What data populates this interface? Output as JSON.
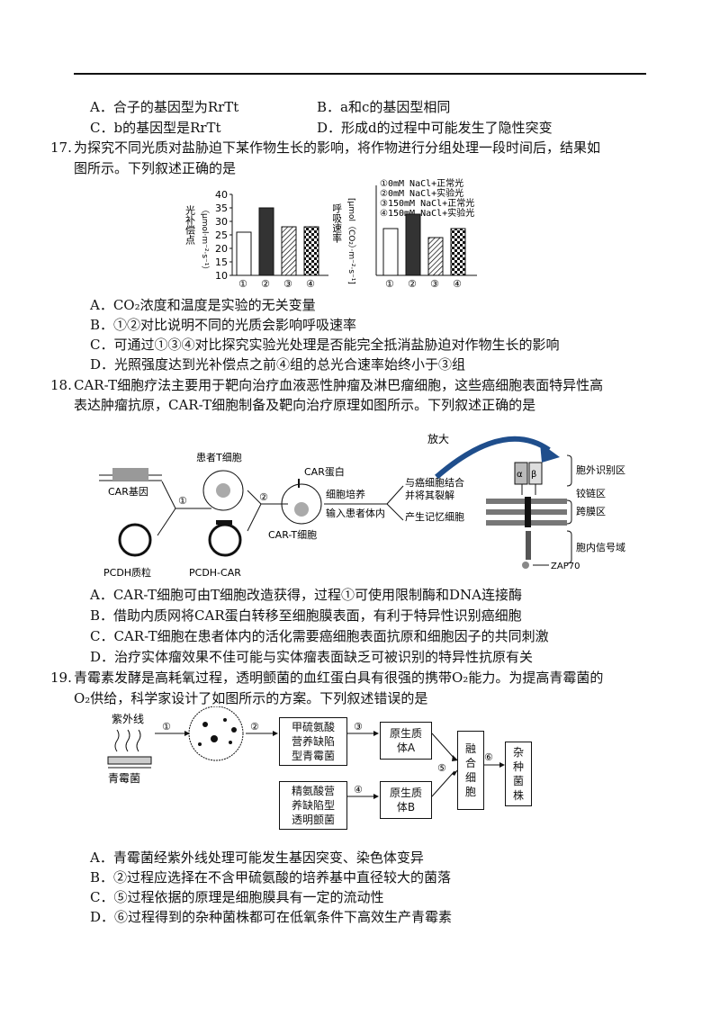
{
  "q16": {
    "options": [
      "A．合子的基因型为RrTt",
      "B．a和c的基因型相同",
      "C．b的基因型是RrTt",
      "D．形成d的过程中可能发生了隐性突变"
    ]
  },
  "q17": {
    "number": "17.",
    "stem1": "为探究不同光质对盐胁迫下某作物生长的影响，将作物进行分组处理一段时间后，结果如",
    "stem2": "图所示。下列叙述正确的是",
    "legend": [
      "①0mM NaCl+正常光",
      "②0mM NaCl+实验光",
      "③150mM NaCl+正常光",
      "④150mM NaCl+实验光"
    ],
    "left_ylabel_a": "光补偿点",
    "left_ylabel_b": "（μmol·m⁻²·s⁻¹）",
    "right_ylabel_a": "呼吸速率",
    "right_ylabel_b": "[μmol（CO₂）·m⁻²·s⁻¹]",
    "options": [
      "A．CO₂浓度和温度是实验的无关变量",
      "B．①②对比说明不同的光质会影响呼吸速率",
      "C．可通过①③④对比探究实验光处理是否能完全抵消盐胁迫对作物生长的影响",
      "D．光照强度达到光补偿点之前④组的总光合速率始终小于③组"
    ]
  },
  "chart_data": [
    {
      "type": "bar",
      "categories": [
        "①",
        "②",
        "③",
        "④"
      ],
      "values": [
        26,
        35,
        28,
        28
      ],
      "ylabel": "光补偿点（μmol·m⁻²·s⁻¹）",
      "ylim": [
        10,
        40
      ],
      "yticks": [
        "10",
        "15",
        "20",
        "25",
        "30",
        "35",
        "40"
      ]
    },
    {
      "type": "bar",
      "categories": [
        "①",
        "②",
        "③",
        "④"
      ],
      "values": [
        2.6,
        3.4,
        2.1,
        2.6
      ],
      "ylabel": "呼吸速率[μmol（CO₂）·m⁻²·s⁻¹]",
      "ylim": [
        0,
        5
      ]
    }
  ],
  "q18": {
    "number": "18.",
    "stem1": "CAR-T细胞疗法主要用于靶向治疗血液恶性肿瘤及淋巴瘤细胞，这些癌细胞表面特异性高",
    "stem2": "表达肿瘤抗原，CAR-T细胞制备及靶向治疗原理如图所示。下列叙述正确的是",
    "diagram": {
      "enlarge": "放大",
      "patient_t": "患者T细胞",
      "car_protein": "CAR蛋白",
      "car_gene": "CAR基因",
      "pcdh": "PCDH质粒",
      "pcdh_car": "PCDH-CAR",
      "car_t": "CAR-T细胞",
      "culture": "细胞培养",
      "infuse": "输入患者体内",
      "bind": "与癌细胞结合",
      "lyse": "并将其裂解",
      "memory": "产生记忆细胞",
      "step1": "①",
      "step2": "②",
      "alpha": "α",
      "beta": "β",
      "extra": "胞外识别区",
      "hinge": "铰链区",
      "tm": "跨膜区",
      "intra": "胞内信号域",
      "zap": "ZAP70"
    },
    "options": [
      "A．CAR-T细胞可由T细胞改造获得，过程①可使用限制酶和DNA连接酶",
      "B．借助内质网将CAR蛋白转移至细胞膜表面，有利于特异性识别癌细胞",
      "C．CAR-T细胞在患者体内的活化需要癌细胞表面抗原和细胞因子的共同刺激",
      "D．治疗实体瘤效果不佳可能与实体瘤表面缺乏可被识别的特异性抗原有关"
    ]
  },
  "q19": {
    "number": "19.",
    "stem1": "青霉素发酵是高耗氧过程，透明颤菌的血红蛋白具有很强的携带O₂能力。为提高青霉菌的",
    "stem2": "O₂供给，科学家设计了如图所示的方案。下列叙述错误的是",
    "diagram": {
      "uv": "紫外线",
      "penicillium": "青霉菌",
      "box1": "甲硫氨酸营养缺陷型青霉菌",
      "box2": "精氨酸营养缺陷型透明颤菌",
      "protoA": "原生质体A",
      "protoB": "原生质体B",
      "fused": "融合细胞",
      "hybrid": "杂种菌株",
      "s1": "①",
      "s2": "②",
      "s3": "③",
      "s4": "④",
      "s5": "⑤",
      "s6": "⑥"
    },
    "options": [
      "A．青霉菌经紫外线处理可能发生基因突变、染色体变异",
      "B．②过程应选择在不含甲硫氨酸的培养基中直径较大的菌落",
      "C．⑤过程依据的原理是细胞膜具有一定的流动性",
      "D．⑥过程得到的杂种菌株都可在低氧条件下高效生产青霉素"
    ]
  }
}
